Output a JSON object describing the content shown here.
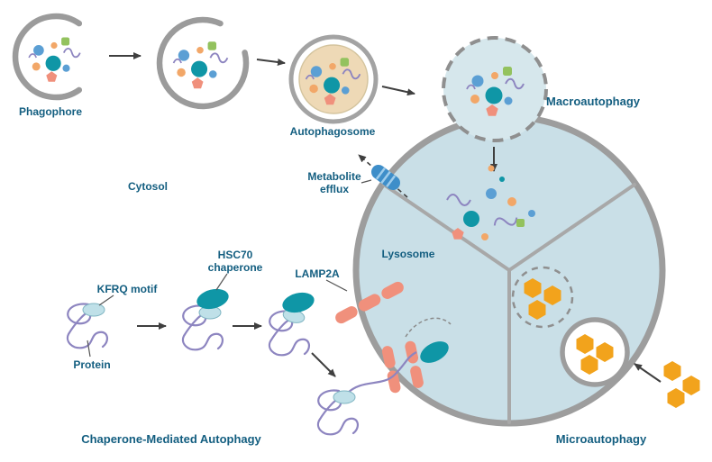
{
  "labels": {
    "phagophore": "Phagophore",
    "autophagosome": "Autophagosome",
    "macroautophagy": "Macroautophagy",
    "cytosol": "Cytosol",
    "metabolite_line1": "Metabolite",
    "metabolite_line2": "efflux",
    "lysosome": "Lysosome",
    "hsc70_line1": "HSC70",
    "hsc70_line2": "chaperone",
    "lamp2a": "LAMP2A",
    "kfrq_motif": "KFRQ motif",
    "protein": "Protein",
    "cma": "Chaperone-Mediated Autophagy",
    "microautophagy": "Microautophagy"
  },
  "colors": {
    "label_text": "#135e80",
    "membrane_gray": "#9d9d9d",
    "lysosome_fill": "#c9dfe7",
    "autophagosome_inner": "#eed9b6",
    "cargo_teal": "#0f96a6",
    "cargo_blue": "#5b9fd4",
    "cargo_orange": "#f2a768",
    "cargo_green": "#93c25e",
    "cargo_purple": "#8d85c0",
    "cargo_salmon": "#f0907c",
    "hexagon_orange": "#f2a31c",
    "motif_blue": "#bfe0e8",
    "transporter_blue": "#3e8ec9",
    "arrow_gray": "#3f3f3f"
  }
}
